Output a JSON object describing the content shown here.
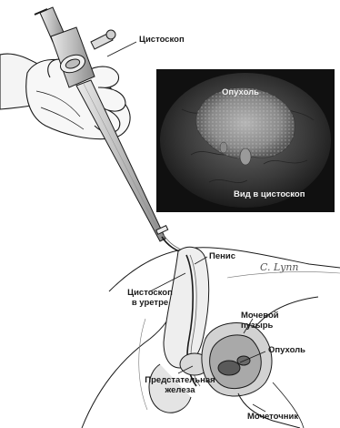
{
  "labels": {
    "cystoscope": "Цистоскоп",
    "tumor_view": "Опухоль",
    "view_caption": "Вид в цистоскоп",
    "penis": "Пенис",
    "cystoscope_urethra_1": "Цистоскоп",
    "cystoscope_urethra_2": "в уретре",
    "bladder_1": "Мочевой",
    "bladder_2": "пузырь",
    "tumor": "Опухоль",
    "prostate_1": "Предстательная",
    "prostate_2": "железа",
    "ureter": "Мочеточник"
  },
  "signature": "C. Lynn",
  "colors": {
    "ink": "#1a1a1a",
    "inset_bg": "#2b2b2b",
    "inset_light": "#9a9a9a",
    "skin_shade": "#cfcfcf"
  }
}
